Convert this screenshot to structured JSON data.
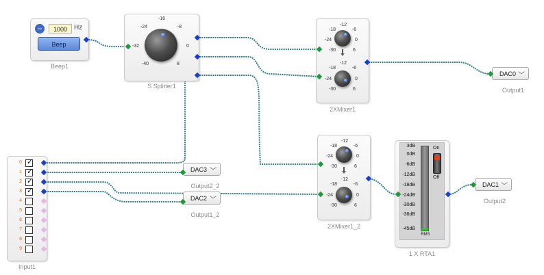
{
  "beep": {
    "label": "Beep1",
    "freq_value": "1000",
    "freq_unit": "Hz",
    "button": "Beep"
  },
  "splitter": {
    "label": "S Splitter1",
    "ticks": [
      "-16",
      "-24",
      "-8",
      "-32",
      "0",
      "-40",
      "8"
    ]
  },
  "mixer_top": {
    "label": "2XMixer1",
    "knob_ticks": [
      "-12",
      "-18",
      "-6",
      "-24",
      "0",
      "-30",
      "6"
    ]
  },
  "mixer_bottom": {
    "label": "2XMixer1_2",
    "knob_ticks": [
      "-12",
      "-18",
      "-6",
      "-24",
      "0",
      "-30",
      "6"
    ]
  },
  "output1": {
    "label": "Output1",
    "value": "DAC0"
  },
  "output2": {
    "label": "Output2",
    "value": "DAC1"
  },
  "output2_2": {
    "label": "Output2_2",
    "value": "DAC3"
  },
  "output1_2": {
    "label": "Output1_2",
    "value": "DAC2"
  },
  "input": {
    "label": "Input1",
    "channels": [
      {
        "index": "0",
        "checked": true
      },
      {
        "index": "1",
        "checked": true
      },
      {
        "index": "2",
        "checked": true
      },
      {
        "index": "3",
        "checked": true
      },
      {
        "index": "4",
        "checked": false
      },
      {
        "index": "5",
        "checked": false
      },
      {
        "index": "6",
        "checked": false
      },
      {
        "index": "7",
        "checked": false
      },
      {
        "index": "8",
        "checked": false
      },
      {
        "index": "9",
        "checked": false
      }
    ]
  },
  "rta": {
    "label": "1 X RTA1",
    "scale": [
      "3dB",
      "0dB",
      "-6dB",
      "-12dB",
      "-18dB",
      "-24dB",
      "-30dB",
      "-36dB",
      "-45dB"
    ],
    "mode": "RMS",
    "switch_on": "On",
    "switch_off": "Off"
  },
  "colors": {
    "wire": "#2f7f8f",
    "pin_in": "#1f9a3b",
    "pin_out": "#1a3fc9",
    "pin_disabled": "#e3b8e3",
    "button": "#6f9de6",
    "switch_red": "#e0401a"
  }
}
